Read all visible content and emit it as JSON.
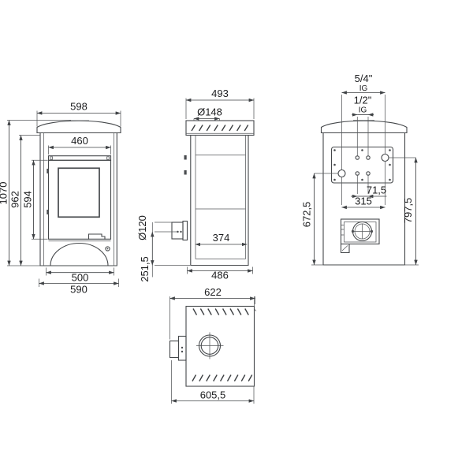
{
  "drawing": {
    "type": "stove technical drawing, four orthographic views",
    "colors": {
      "background": "#ffffff",
      "line": "#45484b",
      "text": "#1b1c1e"
    }
  },
  "front_view": {
    "width_top": "598",
    "firebox_width": "460",
    "height_total": "1070",
    "height_body": "962",
    "door_glass_height": "594",
    "base_width": "500",
    "width_bottom": "590"
  },
  "side_view": {
    "depth_top": "493",
    "flue_diameter": "Ø148",
    "rear_outlet_diameter": "Ø120",
    "rear_outlet_height": "251,5",
    "inner_depth": "374",
    "depth_bottom": "486"
  },
  "rear_view": {
    "connection_large_size": "5/4\"",
    "connection_large_type": "IG",
    "connection_small_size": "1/2\"",
    "connection_small_type": "IG",
    "small_connection_spacing": "71,5",
    "large_connection_spacing": "315",
    "connection_height_left": "672,5",
    "connection_height_right": "797,5"
  },
  "top_view": {
    "depth_total": "622",
    "depth_body": "605,5"
  }
}
